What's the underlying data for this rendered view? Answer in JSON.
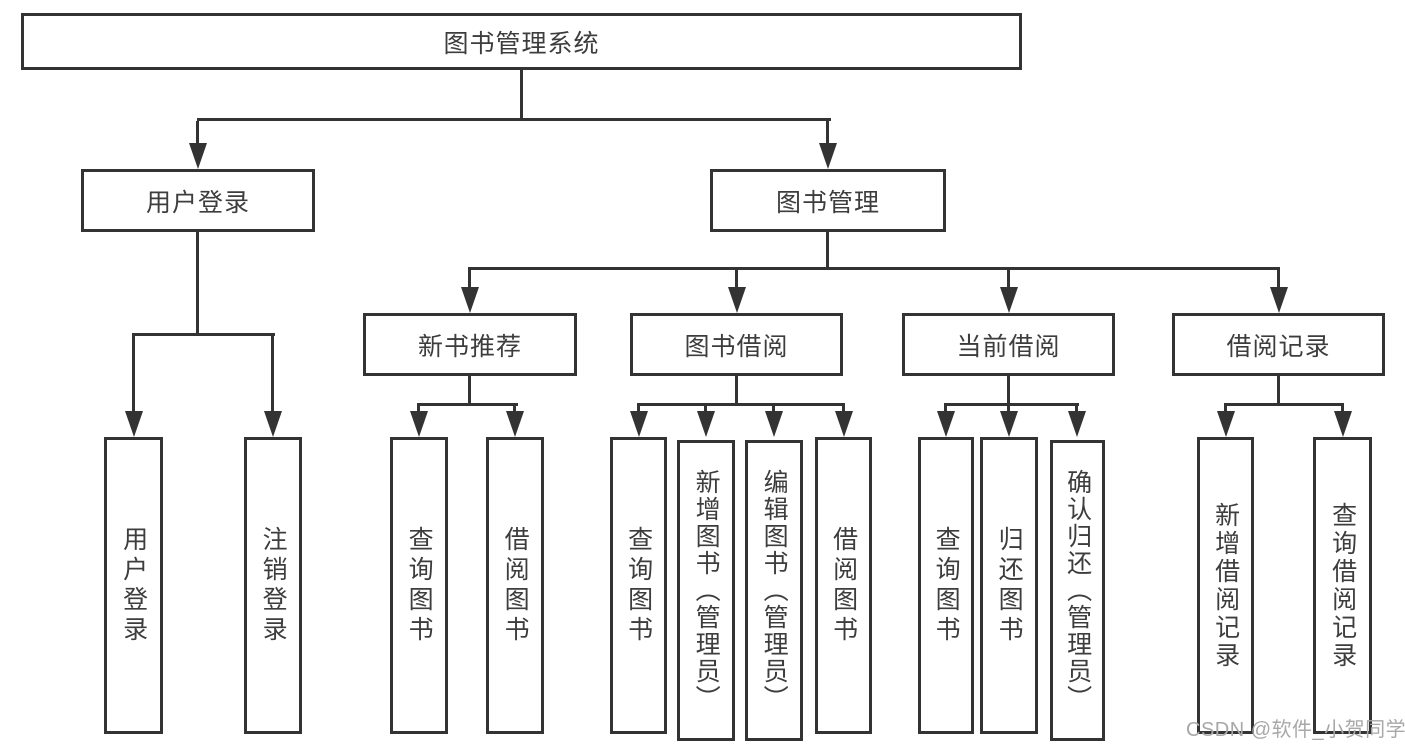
{
  "tree": {
    "root": "图书管理系统",
    "branches": [
      {
        "label": "用户登录",
        "leaves": [
          "用户登录",
          "注销登录"
        ]
      },
      {
        "label": "图书管理",
        "groups": [
          {
            "label": "新书推荐",
            "leaves": [
              "查询图书",
              "借阅图书"
            ]
          },
          {
            "label": "图书借阅",
            "leaves": [
              "查询图书",
              "新增图书（管理员）",
              "编辑图书（管理员）",
              "借阅图书"
            ]
          },
          {
            "label": "当前借阅",
            "leaves": [
              "查询图书",
              "归还图书",
              "确认归还（管理员）"
            ]
          },
          {
            "label": "借阅记录",
            "leaves": [
              "新增借阅记录",
              "查询借阅记录"
            ]
          }
        ]
      }
    ]
  },
  "watermark": {
    "text": "CSDN @软件_小贺同学"
  },
  "colors": {
    "line": "#333333",
    "text": "#3d3d3d",
    "background": "#ffffff",
    "watermark": "#a8a8a8"
  }
}
